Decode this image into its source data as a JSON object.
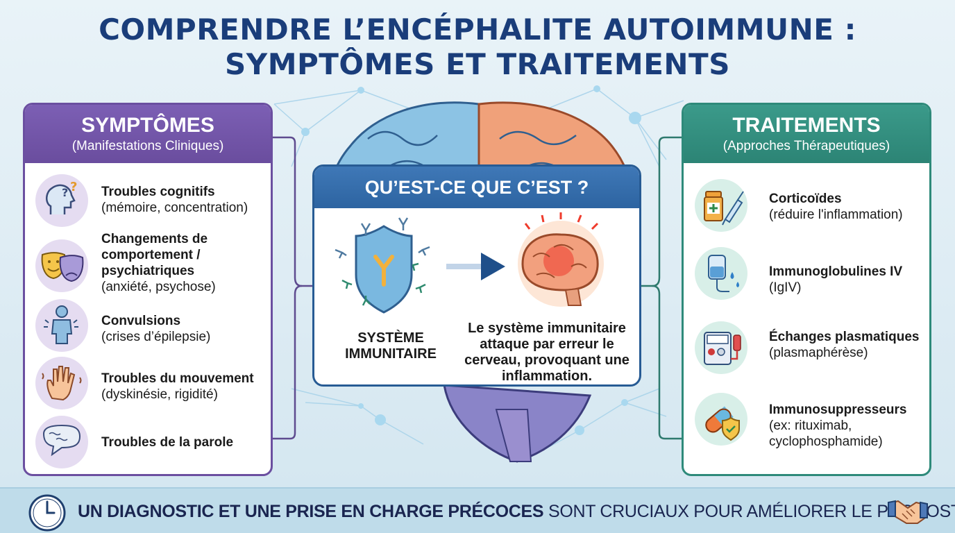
{
  "title": {
    "line1": "COMPRENDRE L’ENCÉPHALITE AUTOIMMUNE :",
    "line2": "SYMPTÔMES ET TRAITEMENTS"
  },
  "symptoms": {
    "title": "SYMPTÔMES",
    "subtitle": "(Manifestations Cliniques)",
    "accent": "#6b4fa0",
    "items": [
      {
        "icon": "head-question-icon",
        "title": "Troubles cognitifs",
        "detail": "(mémoire, concentration)"
      },
      {
        "icon": "theater-masks-icon",
        "title": "Changements de comportement / psychiatriques",
        "detail": "(anxiété, psychose)"
      },
      {
        "icon": "seizure-person-icon",
        "title": "Convulsions",
        "detail": "(crises d’épilepsie)"
      },
      {
        "icon": "trembling-hand-icon",
        "title": "Troubles du mouvement",
        "detail": "(dyskinésie, rigidité)"
      },
      {
        "icon": "speech-bubble-icon",
        "title": "Troubles de la parole",
        "detail": ""
      }
    ]
  },
  "what_is_it": {
    "title": "QU’EST-CE QUE C’EST ?",
    "system_label": "SYSTÈME IMMUNITAIRE",
    "description": "Le système immunitaire attaque par erreur le cerveau, provoquant une inflammation.",
    "accent": "#275b94"
  },
  "treatments": {
    "title": "TRAITEMENTS",
    "subtitle": "(Approches Thérapeutiques)",
    "accent": "#2e8a7a",
    "items": [
      {
        "icon": "pill-bottle-syringe-icon",
        "title": "Corticoïdes",
        "detail": "(réduire l'inflammation)"
      },
      {
        "icon": "iv-bag-icon",
        "title": "Immunoglobulines IV",
        "detail": "(IgIV)"
      },
      {
        "icon": "plasma-machine-icon",
        "title": "Échanges plasmatiques",
        "detail": "(plasmaphérèse)"
      },
      {
        "icon": "capsule-shield-icon",
        "title": "Immunosuppresseurs",
        "detail": "(ex: rituximab, cyclophosphamide)"
      }
    ]
  },
  "footer": {
    "bold": "UN DIAGNOSTIC ET UNE PRISE EN CHARGE PRÉCOCES",
    "rest": " SONT CRUCIAUX POUR AMÉLIORER LE PRONOSTIC."
  }
}
